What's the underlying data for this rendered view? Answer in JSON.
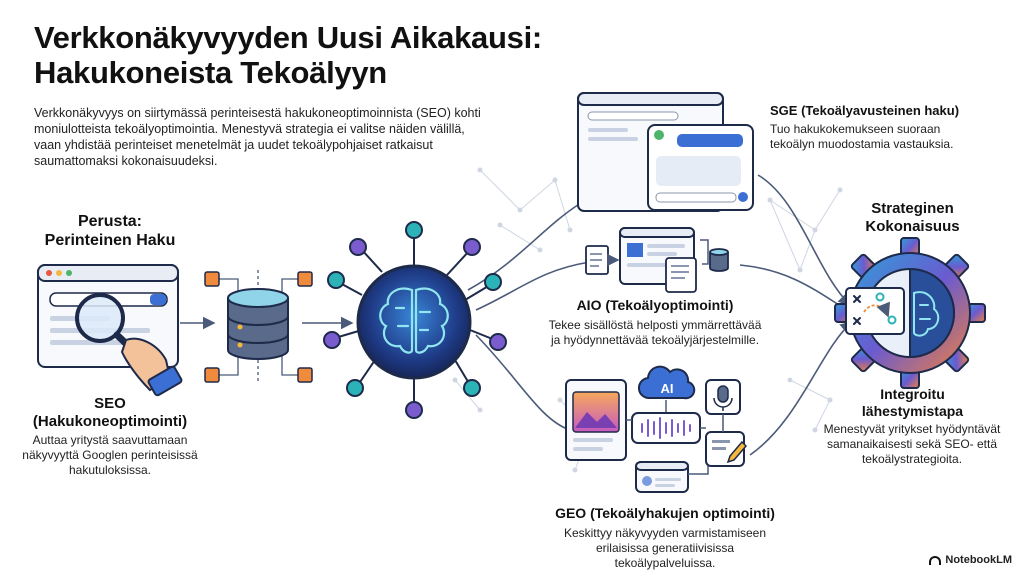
{
  "header": {
    "title_line1": "Verkkonäkyvyyden Uusi Aikakausi:",
    "title_line2": "Hakukoneista Tekoälyyn",
    "intro": "Verkkonäkyvyys on siirtymässä perinteisestä hakukoneoptimoinnista (SEO) kohti moniulotteista tekoälyoptimointia. Menestyvä strategia ei valitse näiden välillä, vaan yhdistää perinteiset menetelmät ja uudet tekoälypohjaiset ratkaisut saumattomaksi kokonaisuudeksi."
  },
  "foundation": {
    "heading_line1": "Perusta:",
    "heading_line2": "Perinteinen Haku"
  },
  "seo": {
    "title_line1": "SEO",
    "title_line2": "(Hakukoneoptimointi)",
    "text": "Auttaa yritystä saavuttamaan näkyvyyttä Googlen perinteisissä hakutuloksissa."
  },
  "sge": {
    "title": "SGE (Tekoälyavusteinen haku)",
    "text": "Tuo hakukokemukseen suoraan tekoälyn muodostamia vastauksia."
  },
  "aio": {
    "title": "AIO (Tekoälyoptimointi)",
    "text": "Tekee sisällöstä helposti ymmärrettävää ja hyödynnettävää tekoälyjärjestelmille."
  },
  "geo": {
    "title": "GEO (Tekoälyhakujen optimointi)",
    "text": "Keskittyy näkyvyyden varmistamiseen erilaisissa generatiivisissa tekoälypalveluissa.",
    "ai_badge": "AI"
  },
  "strategy": {
    "heading_line1": "Strateginen",
    "heading_line2": "Kokonaisuus"
  },
  "integrated": {
    "title_line1": "Integroitu",
    "title_line2": "lähestymistapa",
    "text": "Menestyvät yritykset hyödyntävät samanaikaisesti sekä SEO- että tekoälystrategioita."
  },
  "footer": {
    "brand": "NotebookLM"
  },
  "colors": {
    "blue": "#3b6fd4",
    "navy": "#1e2a4a",
    "teal": "#2bb3b8",
    "orange": "#f08a3c",
    "purple": "#7a5ccf",
    "line": "#4a5a78"
  }
}
